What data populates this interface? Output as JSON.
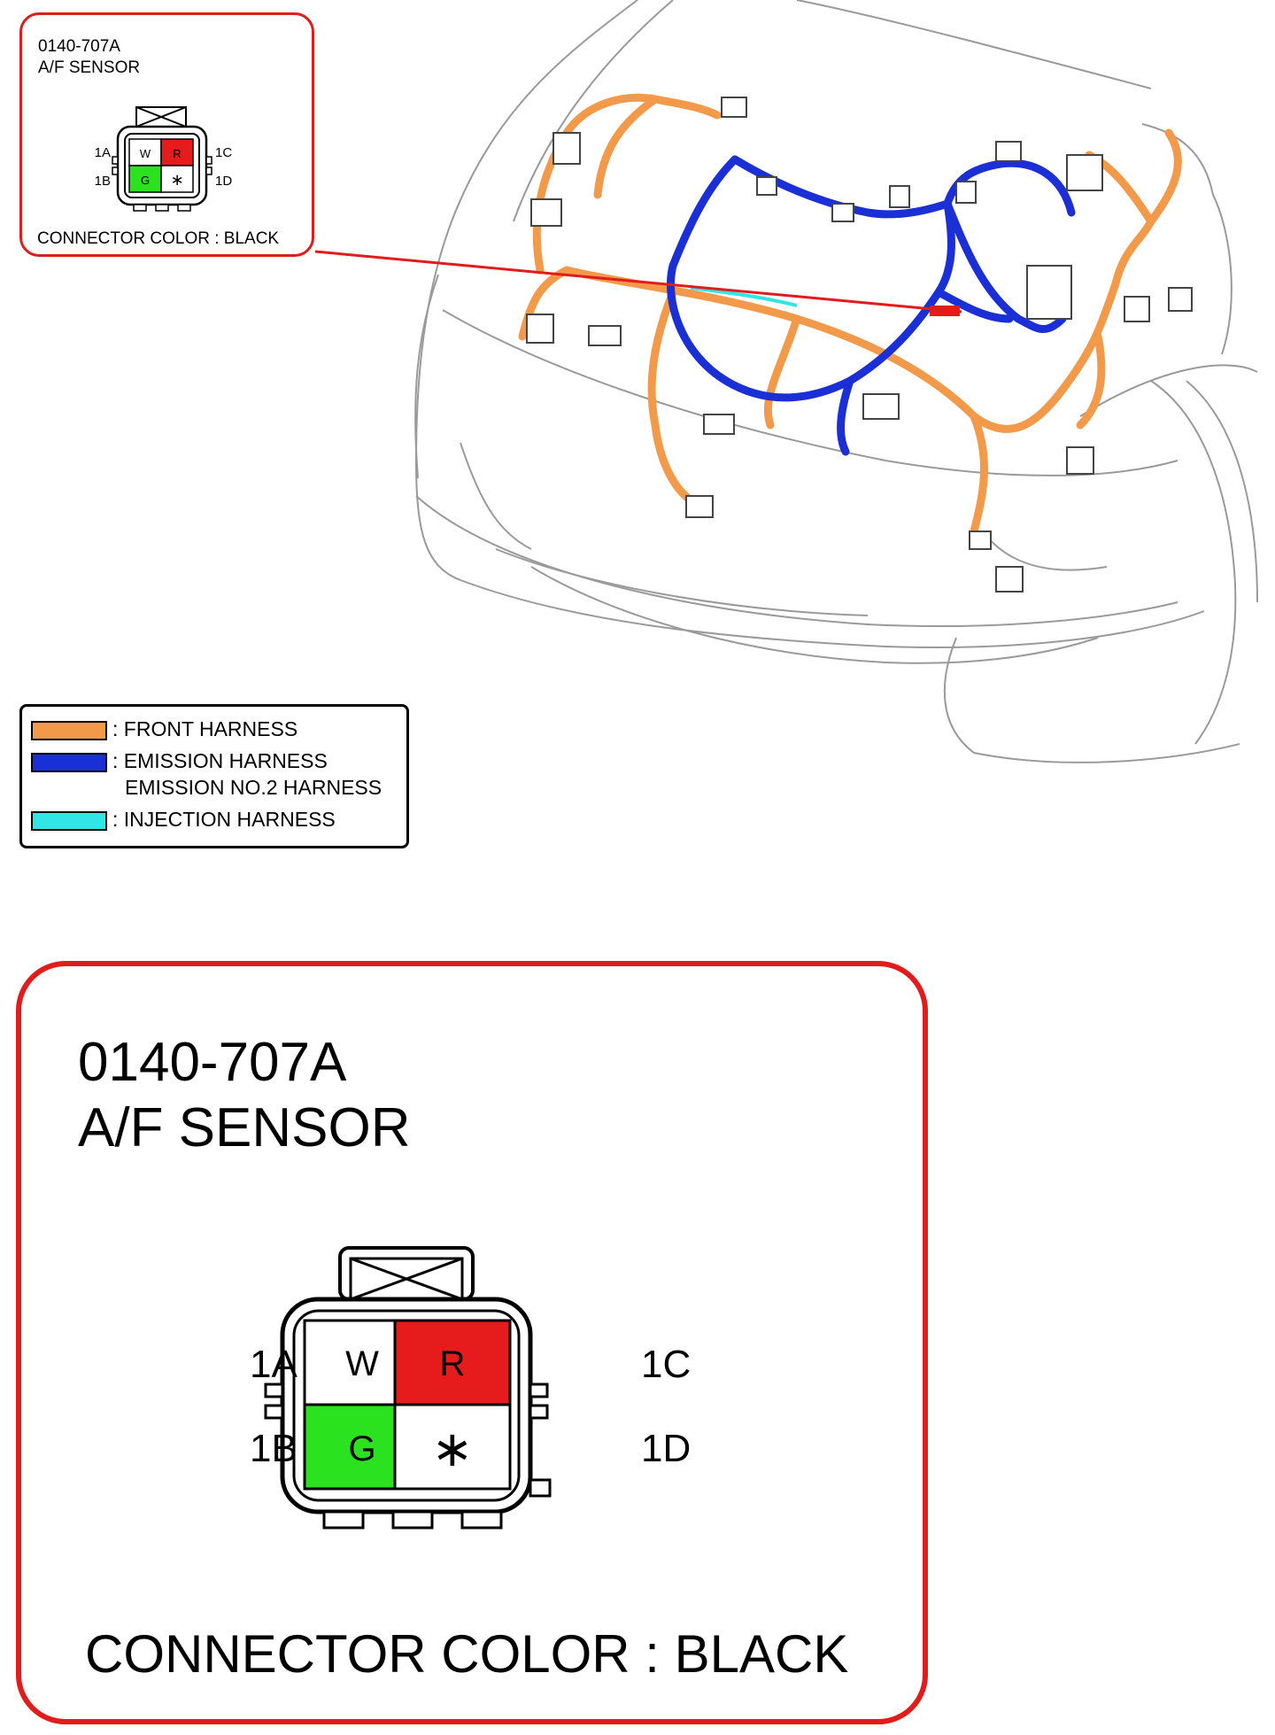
{
  "connector": {
    "code": "0140-707A",
    "name": "A/F SENSOR",
    "connector_color_text": "CONNECTOR COLOR : BLACK",
    "pins": [
      {
        "id": "1A",
        "wire": "W",
        "color": "#ffffff"
      },
      {
        "id": "1C",
        "wire": "R",
        "color": "#e61c1c"
      },
      {
        "id": "1B",
        "wire": "G",
        "color": "#2be21e"
      },
      {
        "id": "1D",
        "wire": "∗",
        "color": "#ffffff"
      }
    ]
  },
  "legend": {
    "items": [
      {
        "label": ": FRONT HARNESS",
        "color": "#f29a4a"
      },
      {
        "label": ": EMISSION HARNESS",
        "color": "#1b2fd6"
      },
      {
        "label": "EMISSION NO.2 HARNESS",
        "color": ""
      },
      {
        "label": ": INJECTION HARNESS",
        "color": "#33e6e6"
      }
    ]
  },
  "colors": {
    "callout_border": "#e21b1b",
    "front_harness": "#f29a4a",
    "emission_harness": "#1b2fd6",
    "injection_harness": "#33e6e6",
    "pointer_line": "#e21b1b"
  }
}
